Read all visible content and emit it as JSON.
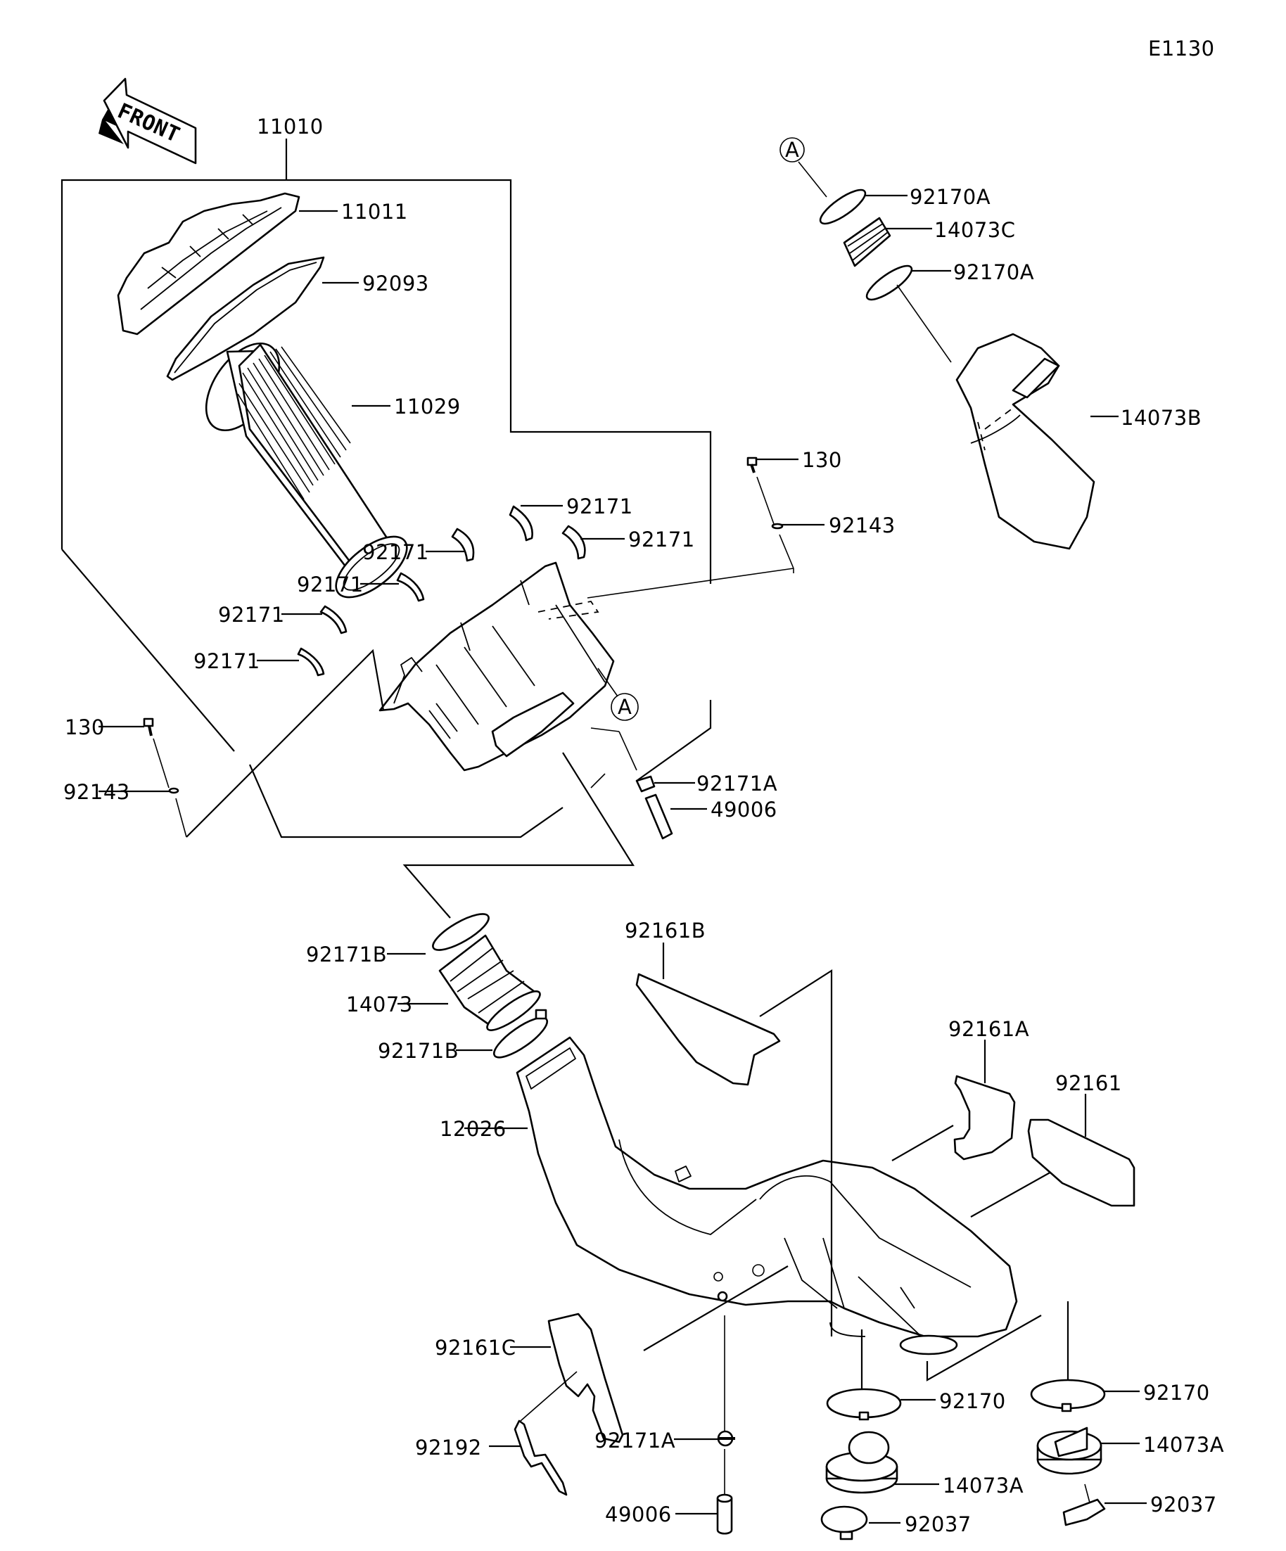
{
  "diagram": {
    "code": "E1130",
    "front_label": "FRONT",
    "ref_marker": "A",
    "groups": {
      "air_cleaner_assy": "11010"
    },
    "callouts": {
      "c11010": "11010",
      "c11011": "11011",
      "c92093": "92093",
      "c11029": "11029",
      "c92171_a": "92171",
      "c92171_b": "92171",
      "c92171_c": "92171",
      "c92171_d": "92171",
      "c92171_e": "92171",
      "c92171_f": "92171",
      "c130_right": "130",
      "c92143_right": "92143",
      "c130_left": "130",
      "c92143_left": "92143",
      "c92171A_top": "92171A",
      "c49006_top": "49006",
      "c92170A_1": "92170A",
      "c14073C": "14073C",
      "c92170A_2": "92170A",
      "c14073B": "14073B",
      "c92171B_1": "92171B",
      "c14073": "14073",
      "c92171B_2": "92171B",
      "c92161B": "92161B",
      "c92161A": "92161A",
      "c92161": "92161",
      "c12026": "12026",
      "c92161C": "92161C",
      "c92192": "92192",
      "c92171A_bottom": "92171A",
      "c49006_bottom": "49006",
      "c92170_left": "92170",
      "c14073A_left": "14073A",
      "c92037_left": "92037",
      "c92170_right": "92170",
      "c14073A_right": "14073A",
      "c92037_right": "92037"
    }
  }
}
